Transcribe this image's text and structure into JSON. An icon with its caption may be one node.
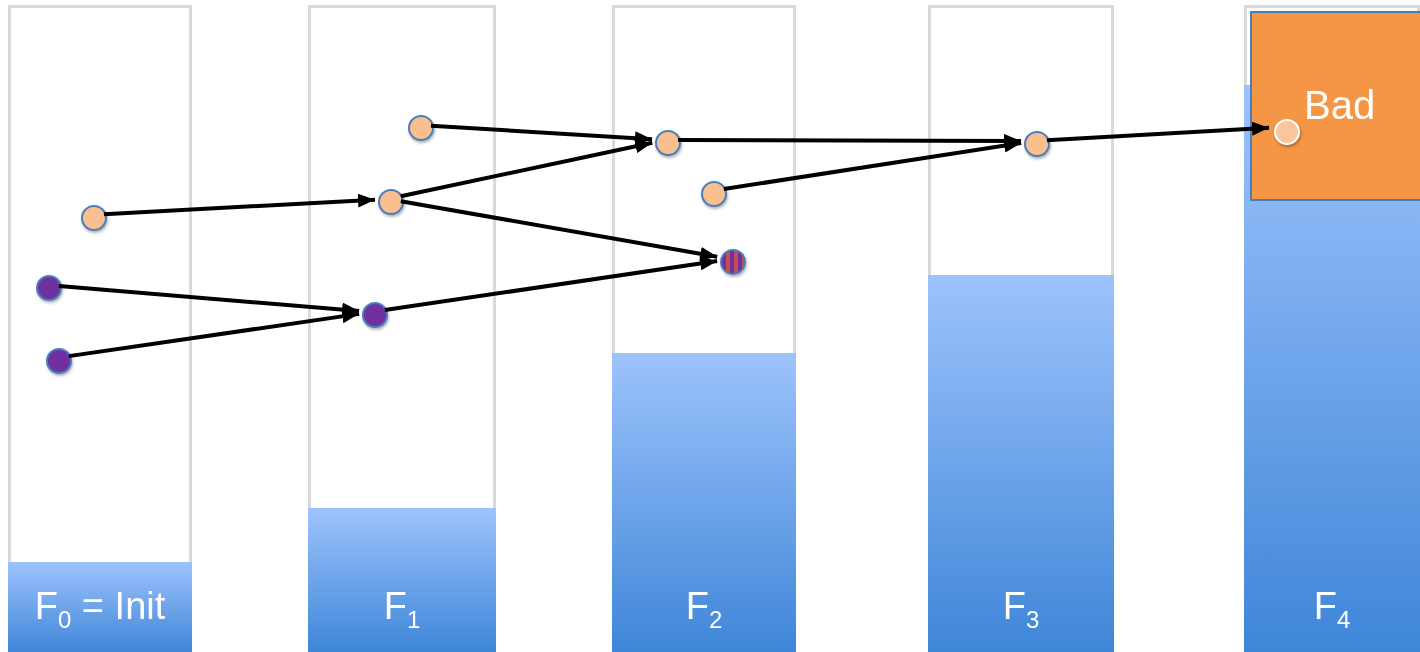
{
  "diagram": {
    "nodes": [
      {
        "text": [
          "F$_{0}$ = Init"
        ]
      },
      {
        "text": [],
        "shape": "circle",
        "in": 0
      },
      {
        "text": [],
        "shape": "circle",
        "in": 0
      },
      {
        "text": [],
        "shape": "circle",
        "in": 0
      },
      {
        "text": [
          "F$_{1}$"
        ]
      },
      {
        "text": [],
        "shape": "circle",
        "in": 4
      },
      {
        "text": [],
        "shape": "circle",
        "in": 4
      },
      {
        "text": [],
        "shape": "circle",
        "in": 4
      },
      {
        "text": [
          "F$_{2}$"
        ]
      },
      {
        "text": [],
        "shape": "circle",
        "in": 8
      },
      {
        "text": [],
        "shape": "circle",
        "in": 8
      },
      {
        "text": [],
        "shape": "circle",
        "in": 8
      },
      {
        "text": [
          "F$_{3}$"
        ]
      },
      {
        "text": [],
        "shape": "circle",
        "in": 12
      },
      {
        "text": [
          "F$_{4}$"
        ]
      },
      {
        "text": [
          "Bad"
        ],
        "in": 14
      },
      {
        "text": [],
        "shape": "circle",
        "in": 15
      }
    ],
    "edges": [
      {
        "from": 5,
        "to": 9,
        "arrow": "to"
      },
      {
        "from": 1,
        "to": 6,
        "arrow": "to"
      },
      {
        "from": 6,
        "to": 9,
        "arrow": "to"
      },
      {
        "from": 6,
        "to": 11,
        "arrow": "to"
      },
      {
        "from": 2,
        "to": 7,
        "arrow": "to"
      },
      {
        "from": 3,
        "to": 7,
        "arrow": "to"
      },
      {
        "from": 7,
        "to": 11,
        "arrow": "to"
      },
      {
        "from": 9,
        "to": 13,
        "arrow": "to"
      },
      {
        "from": 10,
        "to": 13,
        "arrow": "to"
      },
      {
        "from": 13,
        "to": 16,
        "arrow": "to"
      }
    ]
  }
}
